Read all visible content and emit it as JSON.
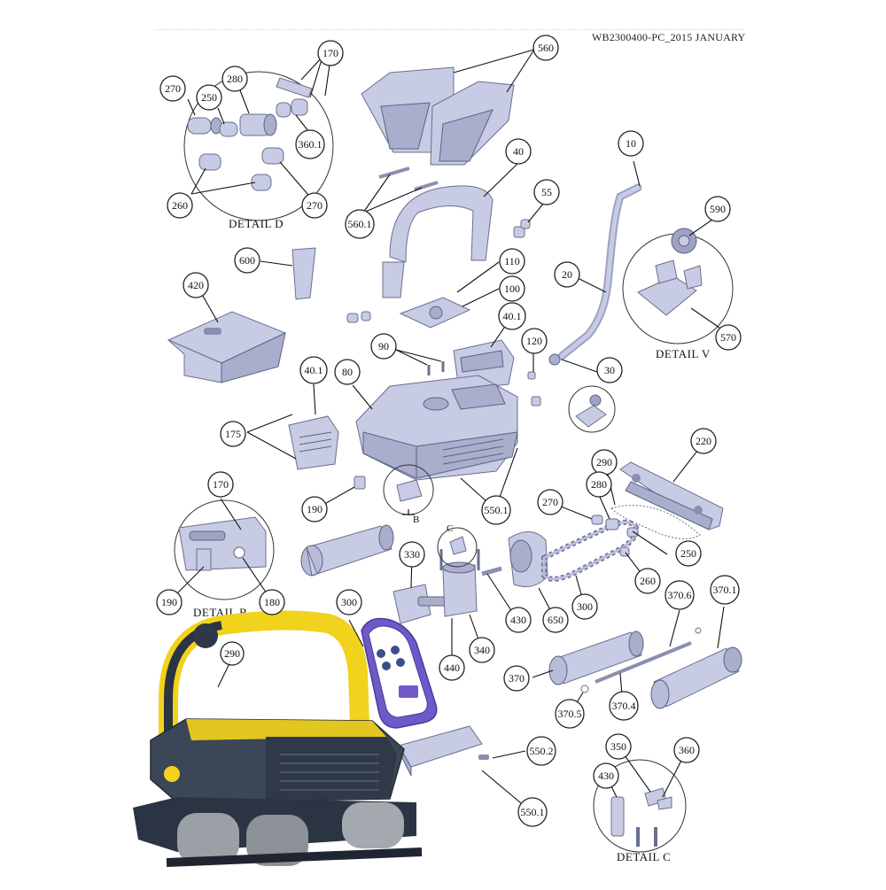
{
  "document_ref": "WB2300400-PC_2015 JANUARY",
  "detail_labels": {
    "d": "DETAIL D",
    "v": "DETAIL V",
    "b": "DETAIL B",
    "c": "DETAIL C",
    "b_marker": "B",
    "c_marker": "C"
  },
  "callouts": {
    "c270a": "270",
    "c250a": "250",
    "c280a": "280",
    "c170a": "170",
    "c3601": "360.1",
    "c260a": "260",
    "c270b": "270",
    "c560": "560",
    "c5601": "560.1",
    "c40": "40",
    "c55": "55",
    "c10": "10",
    "c590": "590",
    "c600": "600",
    "c110": "110",
    "c100": "100",
    "c20": "20",
    "c420": "420",
    "c401a": "40.1",
    "c120": "120",
    "c570": "570",
    "c90": "90",
    "c30": "30",
    "c401b": "40.1",
    "c80": "80",
    "c175": "175",
    "c220": "220",
    "c290a": "290",
    "c170b": "170",
    "c5501a": "550.1",
    "c190a": "190",
    "c280b": "280",
    "c270c": "270",
    "c250b": "250",
    "c330": "330",
    "c260b": "260",
    "c190b": "190",
    "c180": "180",
    "c300a": "300",
    "c430a": "430",
    "c650": "650",
    "c300b": "300",
    "c3706": "370.6",
    "c3701": "370.1",
    "c340": "340",
    "c440": "440",
    "c370": "370",
    "c3705": "370.5",
    "c3704": "370.4",
    "c5502": "550.2",
    "c350": "350",
    "c360": "360",
    "c430b": "430",
    "c5501b": "550.1",
    "c290b": "290"
  },
  "colors": {
    "part_fill": "#c7cbe3",
    "part_stroke": "#6a6f8f",
    "robot_body": "#3b4656",
    "robot_yellow": "#f1d21c",
    "remote_purple": "#6f59c9"
  }
}
